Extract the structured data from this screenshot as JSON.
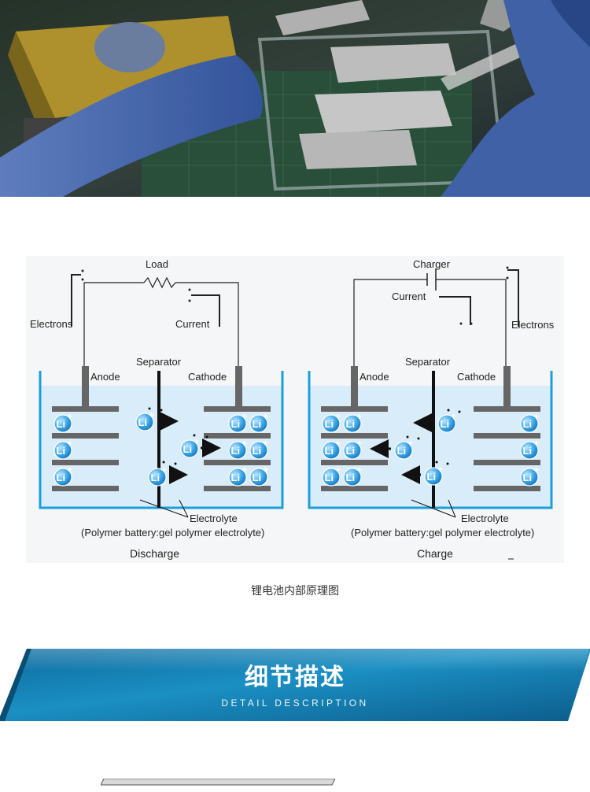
{
  "photo": {
    "icon": "factory-photo"
  },
  "diagram": {
    "discharge": {
      "title": "Discharge",
      "load": "Load",
      "electrons": "Electrons",
      "current": "Current",
      "separator": "Separator",
      "anode": "Anode",
      "cathode": "Cathode",
      "electrolyte": "Electrolyte",
      "electrolyte_note": "(Polymer battery:gel polymer electrolyte)"
    },
    "charge": {
      "title": "Charge",
      "charger": "Charger",
      "current": "Current",
      "electrons": "Electrons",
      "separator": "Separator",
      "anode": "Anode",
      "cathode": "Cathode",
      "electrolyte": "Electrolyte",
      "electrolyte_note": "(Polymer battery:gel polymer electrolyte)"
    },
    "ion_label": "Li",
    "ion_charge": "+",
    "colors": {
      "electrolyte": "#d9ecf9",
      "tank": "#1a9fdc",
      "electrode": "#666666",
      "ion": "#2b9ee0"
    }
  },
  "caption": "锂电池内部原理图",
  "detail": {
    "title": "细节描述",
    "subtitle": "DETAIL DESCRIPTION",
    "colors": {
      "banner_dark": "#0c6fa3",
      "banner_light": "#22a6d6"
    }
  }
}
